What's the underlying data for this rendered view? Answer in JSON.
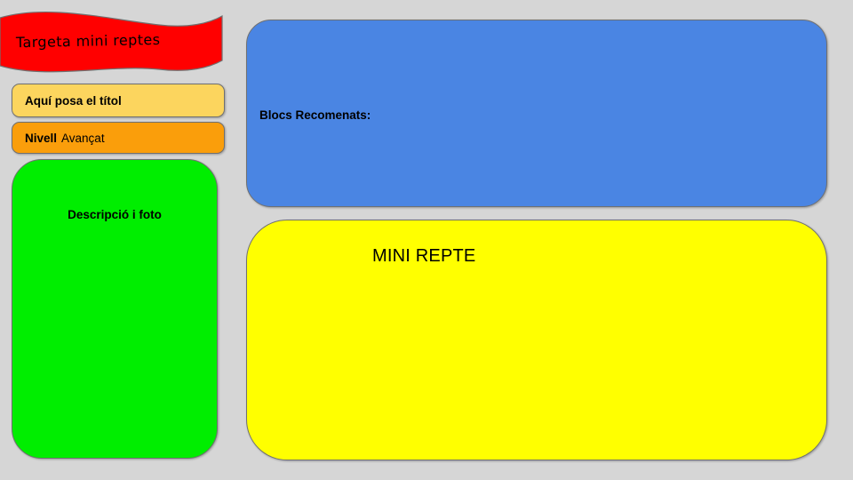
{
  "slide": {
    "background_color": "#d6d6d6",
    "banner": {
      "label": "Targeta mini reptes",
      "color": "#ff0000"
    },
    "title_box": {
      "label": "Aquí posa el títol",
      "color": "#fcd55e"
    },
    "level_box": {
      "label": "Nivell",
      "value": "Avançat",
      "color": "#fa9e0b"
    },
    "description_box": {
      "label": "Descripció i foto",
      "color": "#00ee00"
    },
    "blocks_box": {
      "label": "Blocs Recomenats:",
      "color": "#4a85e3"
    },
    "challenge_box": {
      "label": "MINI REPTE",
      "color": "#ffff00"
    }
  }
}
